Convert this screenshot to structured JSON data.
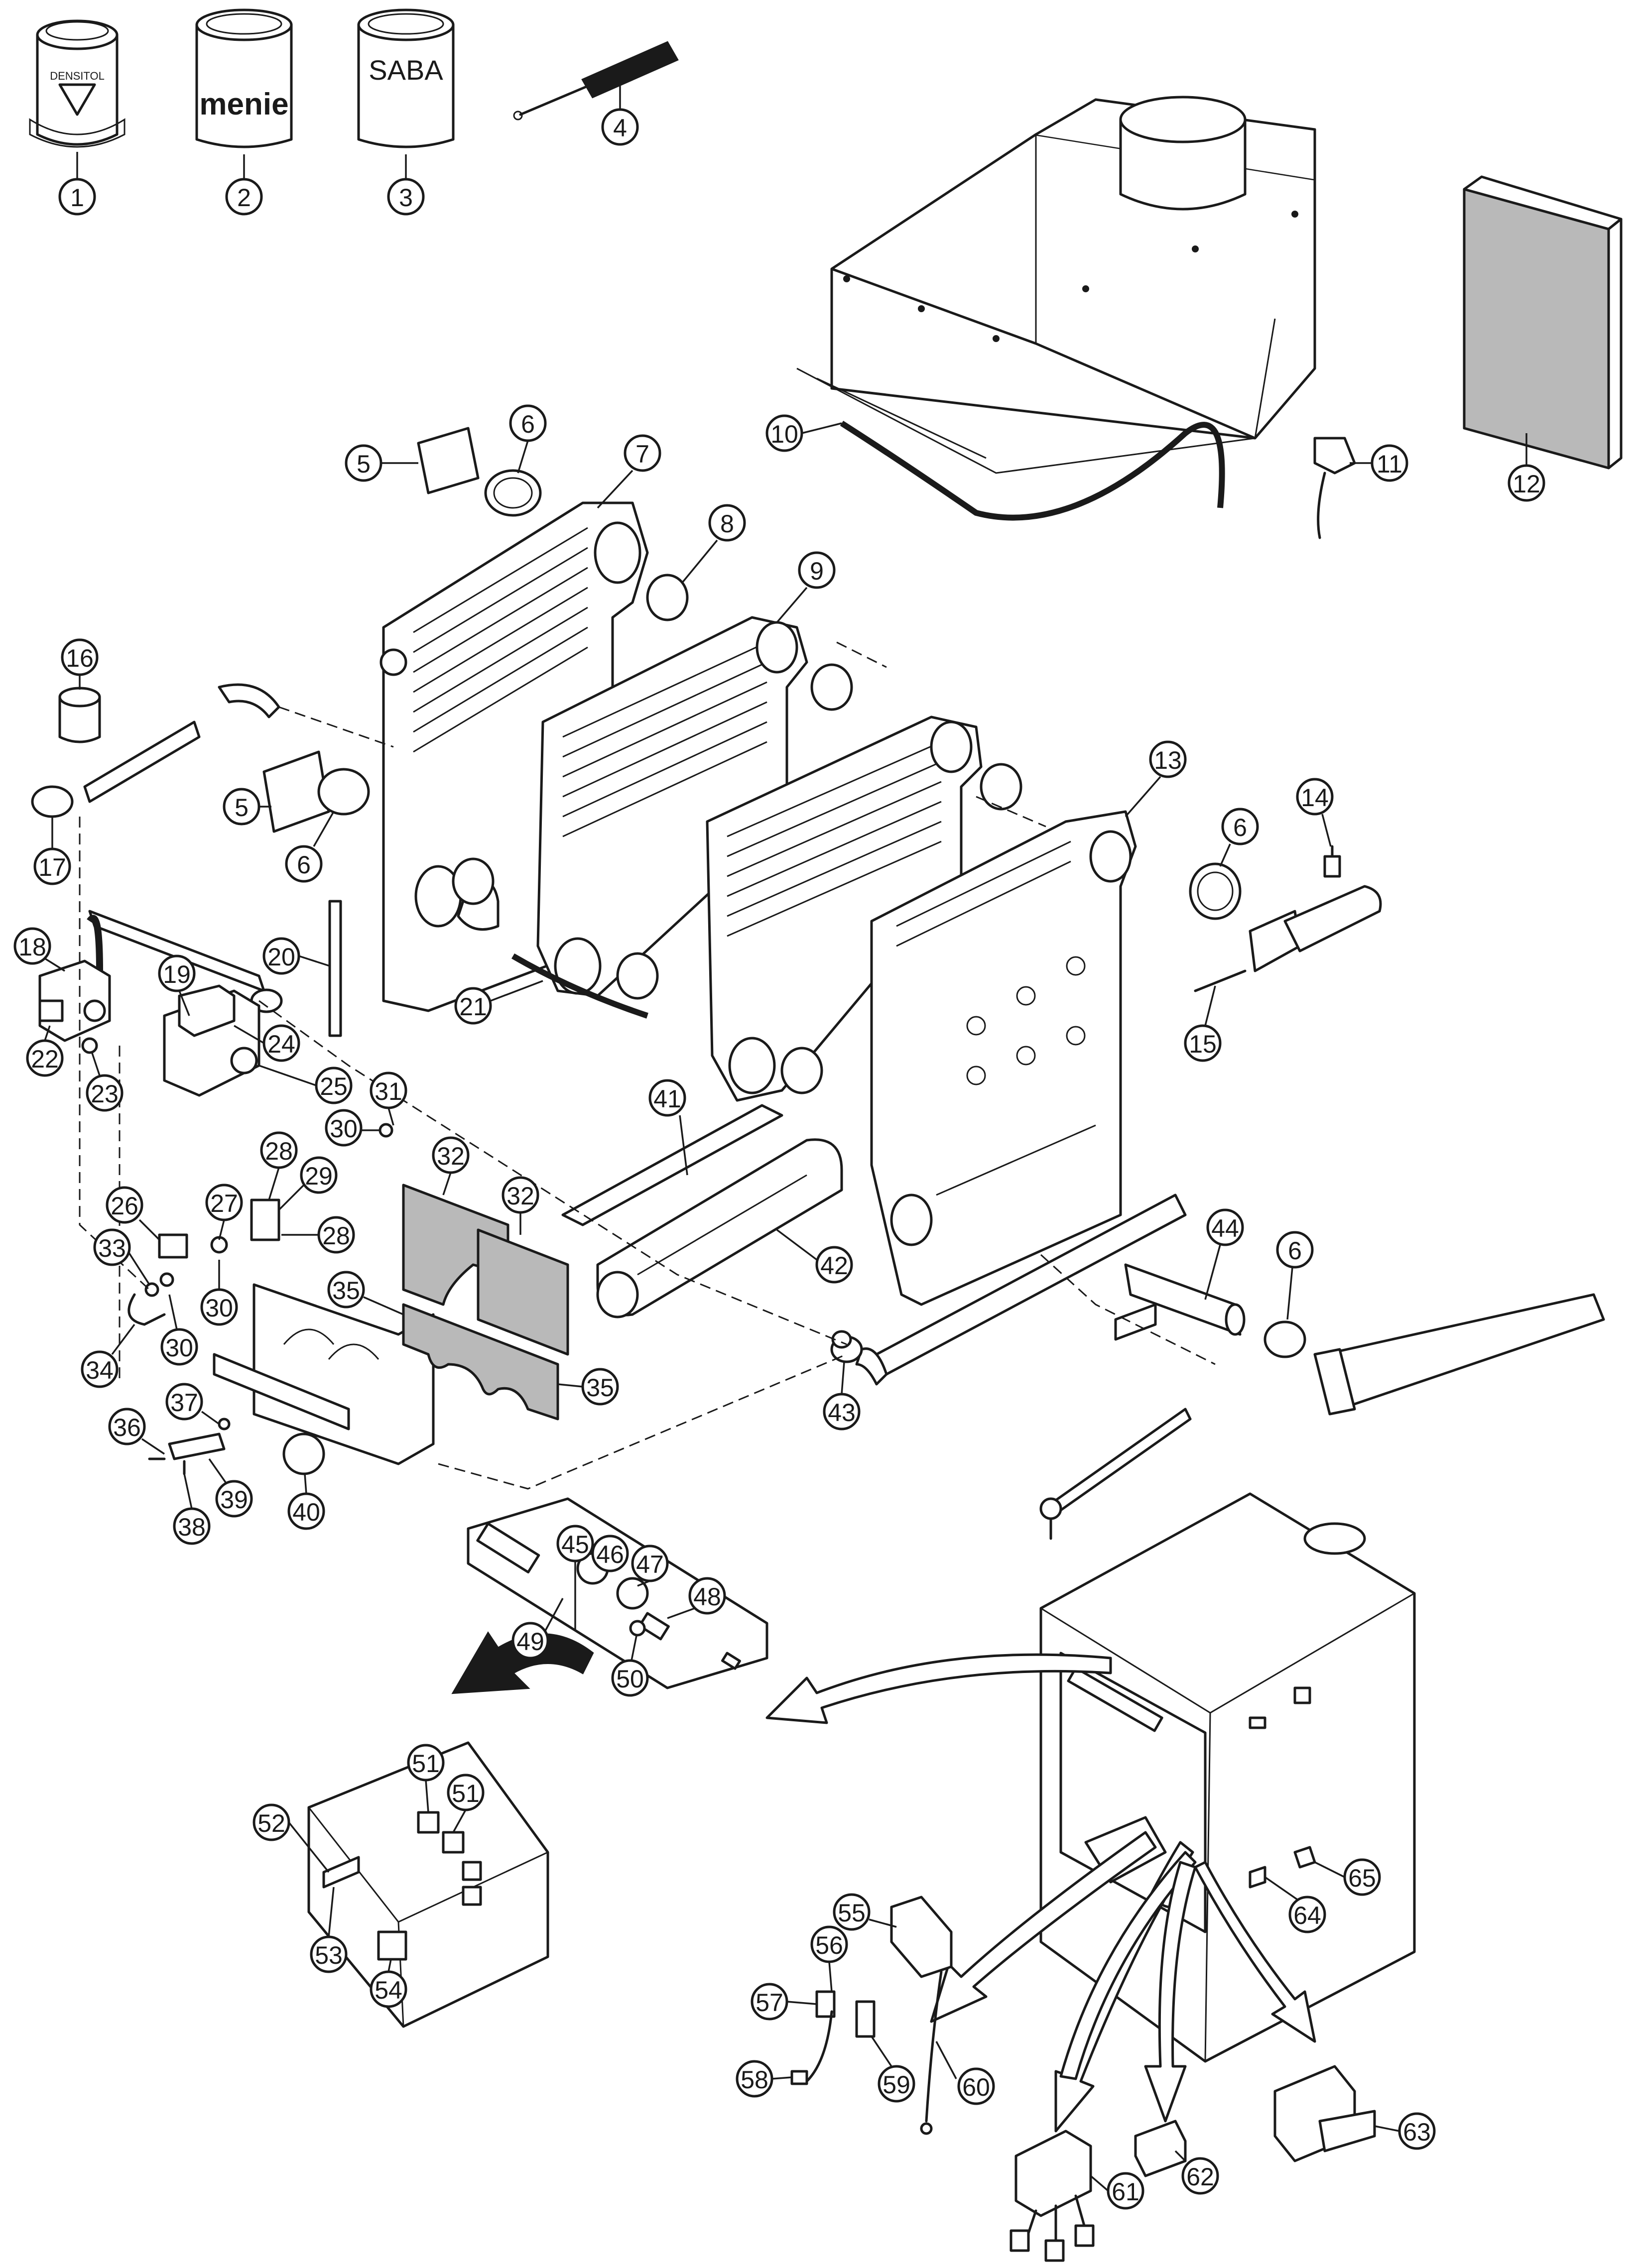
{
  "diagram": {
    "type": "exploded-parts-view",
    "cans": [
      {
        "part": "1",
        "label": "DENSITOL"
      },
      {
        "part": "2",
        "label": "menie"
      },
      {
        "part": "3",
        "label": "SABA"
      }
    ],
    "callouts": [
      "1",
      "2",
      "3",
      "4",
      "5",
      "6",
      "7",
      "8",
      "9",
      "10",
      "11",
      "12",
      "13",
      "14",
      "15",
      "16",
      "17",
      "18",
      "19",
      "20",
      "21",
      "22",
      "23",
      "24",
      "25",
      "26",
      "27",
      "28",
      "29",
      "30",
      "31",
      "32",
      "33",
      "34",
      "35",
      "36",
      "37",
      "38",
      "39",
      "40",
      "41",
      "42",
      "43",
      "44",
      "45",
      "46",
      "47",
      "48",
      "49",
      "50",
      "51",
      "52",
      "53",
      "54",
      "55",
      "56",
      "57",
      "58",
      "59",
      "60",
      "61",
      "62",
      "63",
      "64",
      "65"
    ]
  }
}
